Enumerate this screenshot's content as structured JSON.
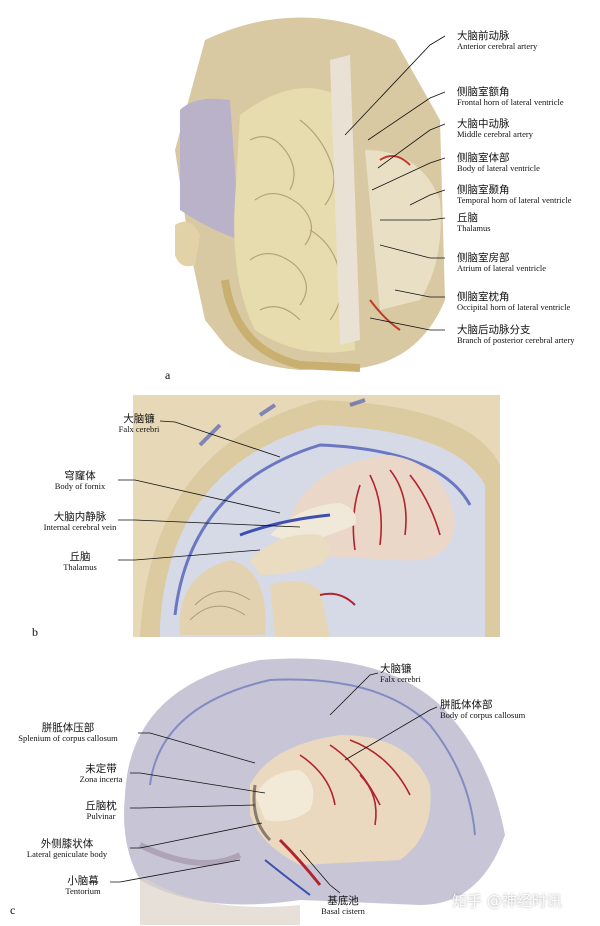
{
  "figure": {
    "panels": [
      {
        "id": "a",
        "letter": "a",
        "labels": [
          {
            "zh": "大脑前动脉",
            "en": "Anterior cerebral artery"
          },
          {
            "zh": "侧脑室额角",
            "en": "Frontal horn of lateral ventricle"
          },
          {
            "zh": "大脑中动脉",
            "en": "Middle cerebral artery"
          },
          {
            "zh": "侧脑室体部",
            "en": "Body of lateral ventricle"
          },
          {
            "zh": "侧脑室颞角",
            "en": "Temporal horn of lateral ventricle"
          },
          {
            "zh": "丘脑",
            "en": "Thalamus"
          },
          {
            "zh": "侧脑室房部",
            "en": "Atrium of lateral ventricle"
          },
          {
            "zh": "侧脑室枕角",
            "en": "Occipital horn of lateral ventricle"
          },
          {
            "zh": "大脑后动脉分支",
            "en": "Branch of posterior cerebral artery"
          }
        ]
      },
      {
        "id": "b",
        "letter": "b",
        "labels": [
          {
            "zh": "大脑镰",
            "en": "Falx cerebri"
          },
          {
            "zh": "穹窿体",
            "en": "Body of fornix"
          },
          {
            "zh": "大脑内静脉",
            "en": "Internal cerebral vein"
          },
          {
            "zh": "丘脑",
            "en": "Thalamus"
          }
        ]
      },
      {
        "id": "c",
        "letter": "c",
        "labels": [
          {
            "zh": "大脑镰",
            "en": "Falx cerebri"
          },
          {
            "zh": "胼胝体体部",
            "en": "Body of corpus callosum"
          },
          {
            "zh": "胼胝体压部",
            "en": "Splenium of corpus callosum"
          },
          {
            "zh": "未定带",
            "en": "Zona incerta"
          },
          {
            "zh": "丘脑枕",
            "en": "Pulvinar"
          },
          {
            "zh": "外侧膝状体",
            "en": "Lateral geniculate body"
          },
          {
            "zh": "小脑幕",
            "en": "Tentorium"
          },
          {
            "zh": "基底池",
            "en": "Basal cistern"
          }
        ]
      }
    ],
    "watermark": "知乎 @神经时讯"
  }
}
